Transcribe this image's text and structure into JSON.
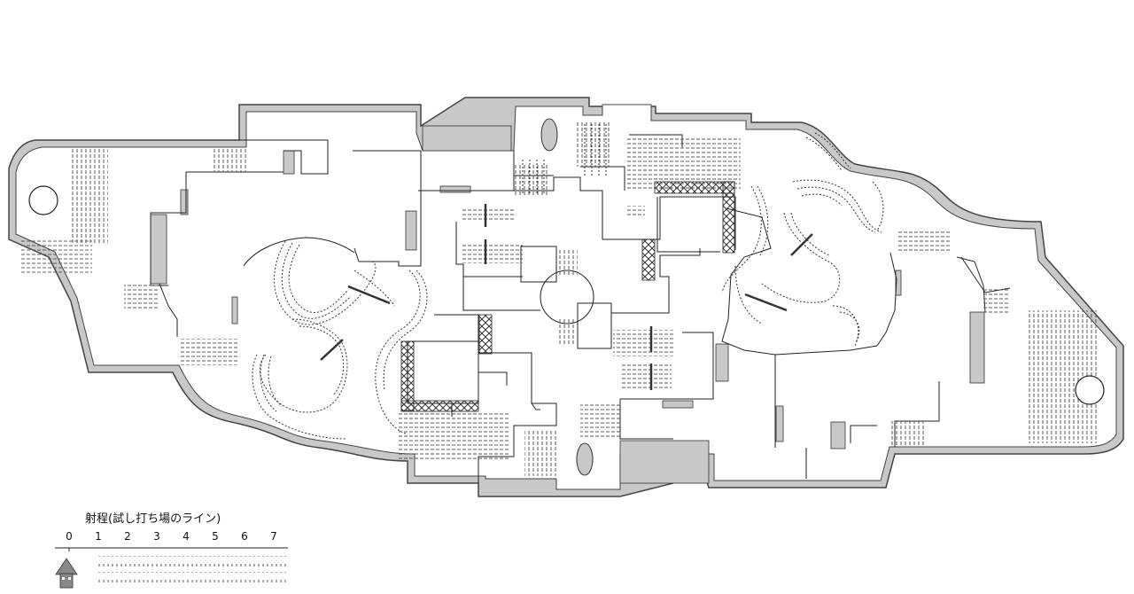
{
  "legend": {
    "title": "射程(試し打ち場のライン)",
    "ticks": [
      "0",
      "1",
      "2",
      "3",
      "4",
      "5",
      "6",
      "7"
    ]
  },
  "colors": {
    "wall_fill": "#c8c8c8",
    "wall_stroke": "#444444",
    "floor_fill": "#ffffff",
    "line": "#222222",
    "hatch": "#555555"
  },
  "icons": {
    "scale_marker": "squid-icon",
    "spawn_left": "spawn-circle-icon",
    "spawn_right": "spawn-circle-icon"
  }
}
